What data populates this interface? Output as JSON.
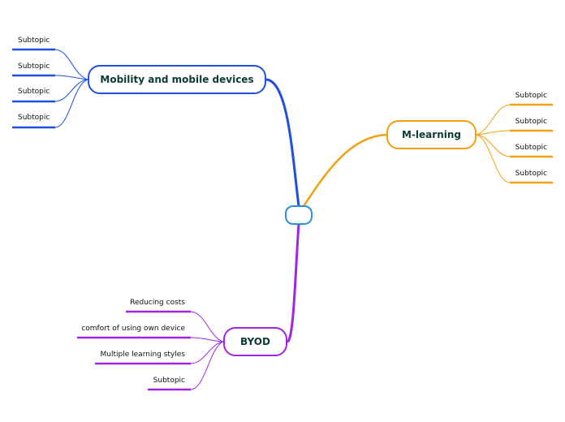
{
  "diagram": {
    "central": {
      "label": ""
    },
    "branches": {
      "mobility": {
        "label": "Mobility and mobile devices",
        "color": "#1f4fe0",
        "subtopics": [
          "Subtopic",
          "Subtopic",
          "Subtopic",
          "Subtopic"
        ]
      },
      "mlearning": {
        "label": "M-learning",
        "color": "#f29f10",
        "subtopics": [
          "Subtopic",
          "Subtopic",
          "Subtopic",
          "Subtopic"
        ]
      },
      "byod": {
        "label": "BYOD",
        "color": "#a024e8",
        "subtopics": [
          "Reducing costs",
          "comfort of using own device",
          "Multiple learning styles",
          "Subtopic"
        ]
      }
    },
    "central_color": "#2b8fd0"
  }
}
